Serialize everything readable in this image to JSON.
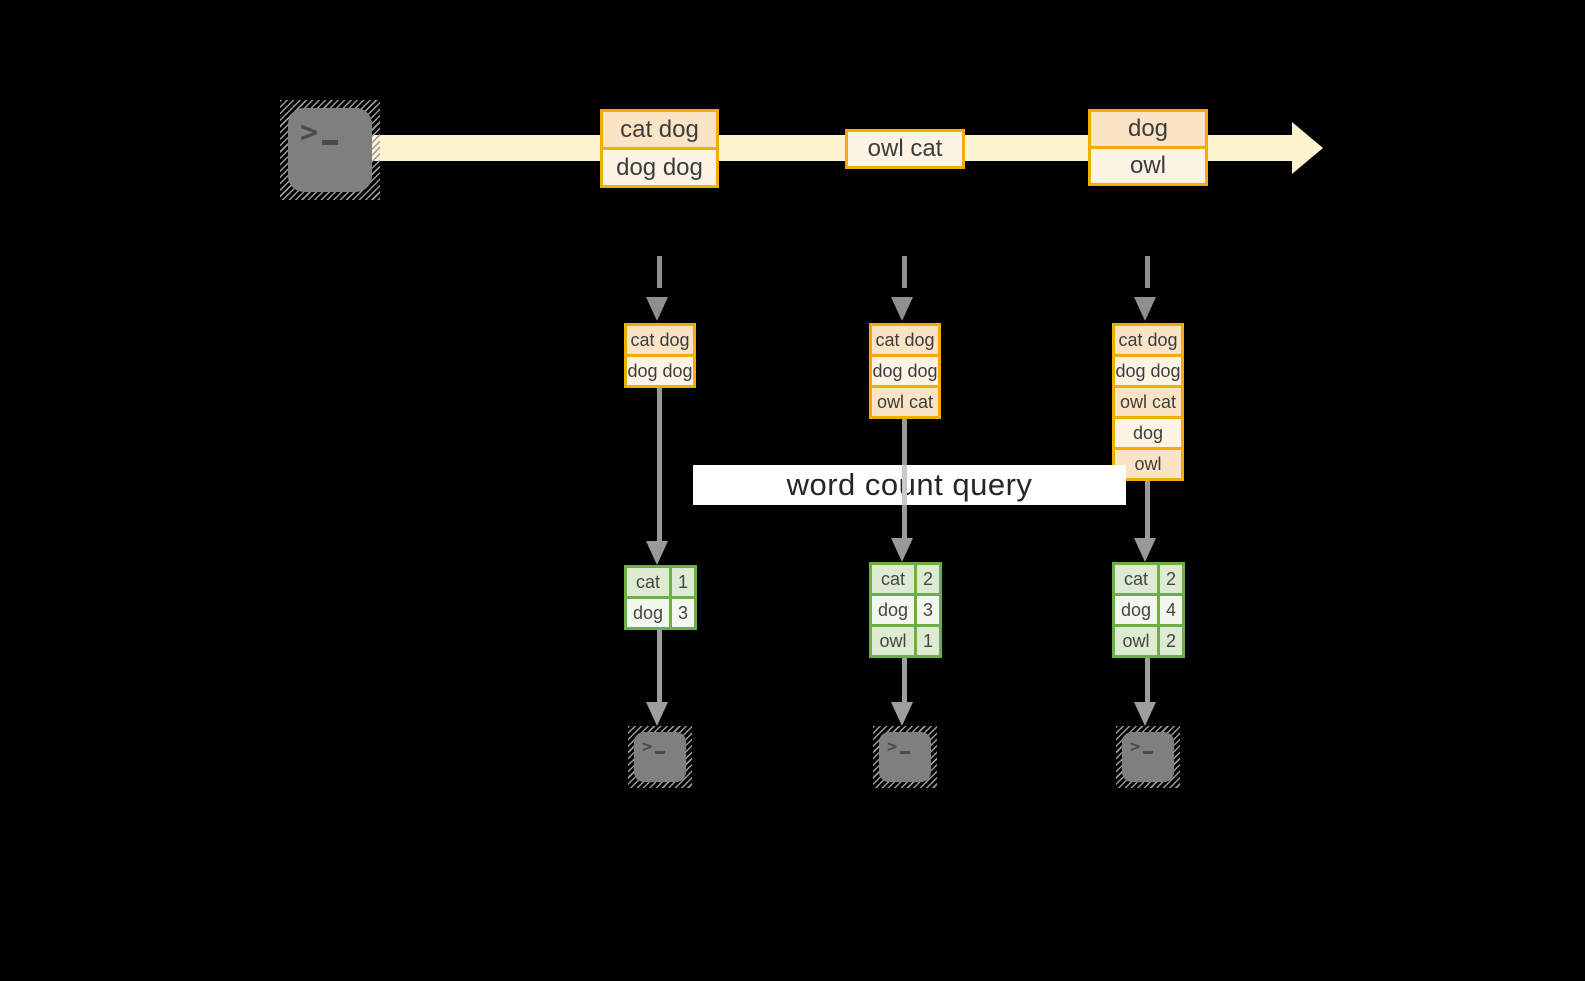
{
  "background": "#000000",
  "colors": {
    "stream_band": "#fdf3d0",
    "box_border": "#f2ae00",
    "box_fill_dark": "#fbe3c6",
    "box_fill_light": "#fdf4e5",
    "table_border": "#6fae44",
    "table_fill_dark": "#dcebd1",
    "table_fill_light": "#f2f8ee",
    "arrow_gray": "#999999",
    "dashed_arrow_gray": "#8f8f8f",
    "terminal_gray": "#7f7f7f",
    "text_dark": "#3d3d3d",
    "query_bg": "#ffffff",
    "query_text": "#262626"
  },
  "icons": {
    "producer": "terminal-icon",
    "stream_arrowhead": "arrow-right-icon",
    "consumer_1": "terminal-icon",
    "consumer_2": "terminal-icon",
    "consumer_3": "terminal-icon"
  },
  "stream": {
    "messages": [
      {
        "lines": [
          "cat dog",
          "dog dog"
        ]
      },
      {
        "lines": [
          "owl cat"
        ]
      },
      {
        "lines": [
          "dog",
          "owl"
        ]
      }
    ]
  },
  "query": {
    "label": "word count query"
  },
  "columns": [
    {
      "log": [
        "cat dog",
        "dog dog"
      ],
      "counts": [
        {
          "word": "cat",
          "count": "1"
        },
        {
          "word": "dog",
          "count": "3"
        }
      ]
    },
    {
      "log": [
        "cat dog",
        "dog dog",
        "owl cat"
      ],
      "counts": [
        {
          "word": "cat",
          "count": "2"
        },
        {
          "word": "dog",
          "count": "3"
        },
        {
          "word": "owl",
          "count": "1"
        }
      ]
    },
    {
      "log": [
        "cat dog",
        "dog dog",
        "owl cat",
        "dog",
        "owl"
      ],
      "counts": [
        {
          "word": "cat",
          "count": "2"
        },
        {
          "word": "dog",
          "count": "4"
        },
        {
          "word": "owl",
          "count": "2"
        }
      ]
    }
  ]
}
